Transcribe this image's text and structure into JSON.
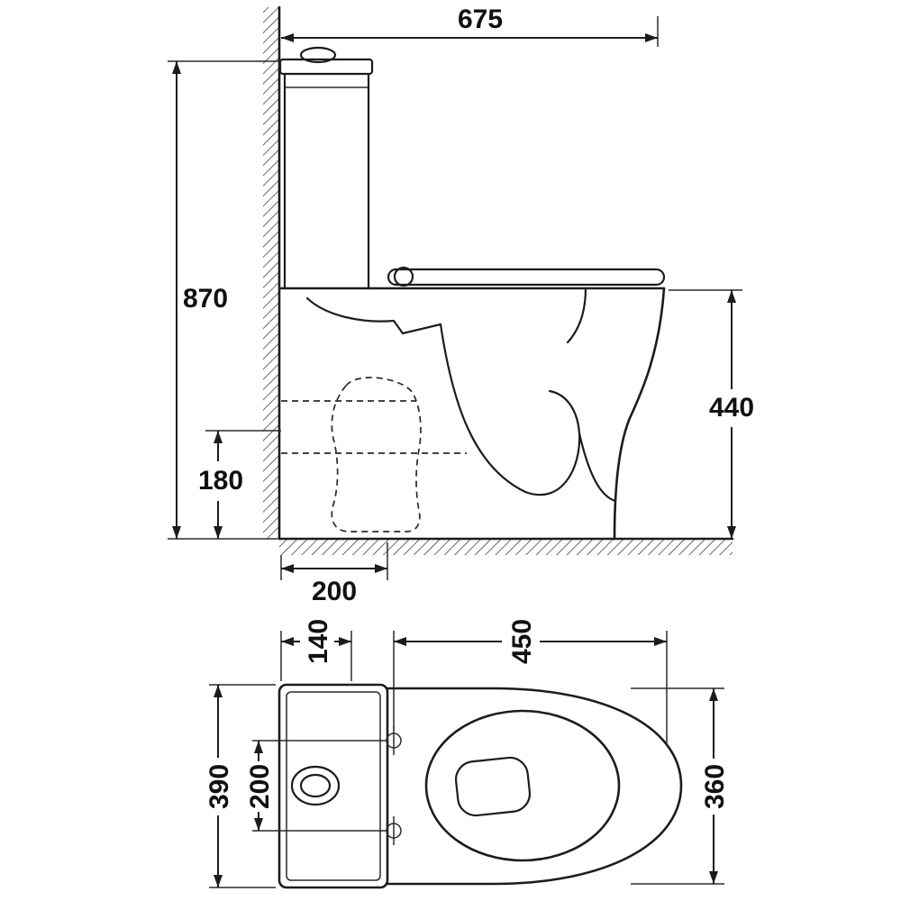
{
  "side_view": {
    "overall_width_mm": "675",
    "overall_height_mm": "870",
    "rim_height_mm": "440",
    "outlet_height_mm": "180",
    "outlet_setout_mm": "200"
  },
  "plan_view": {
    "cistern_depth_mm": "140",
    "pan_length_mm": "450",
    "cistern_width_mm": "390",
    "fixing_hole_spacing_mm": "200",
    "pan_width_mm": "360"
  },
  "colors": {
    "line": "#1c1c1c",
    "background": "#ffffff"
  }
}
